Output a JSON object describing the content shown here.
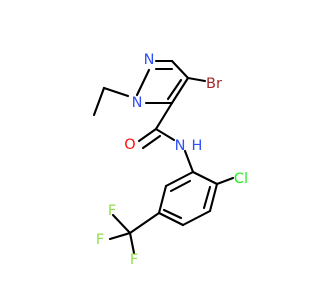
{
  "atoms": {
    "n_ring": "N",
    "n_ethyl": "N",
    "br": "Br",
    "o": "O",
    "nh": "N",
    "h": "H",
    "cl": "Cl",
    "f_top": "F",
    "f_left": "F",
    "f_bottom": "F"
  },
  "colors": {
    "bond": "#000000",
    "nitrogen": "#3050F8",
    "oxygen": "#FF0D0D",
    "bromine": "#A62929",
    "chlorine": "#1FF01F",
    "fluorine": "#90E050"
  }
}
